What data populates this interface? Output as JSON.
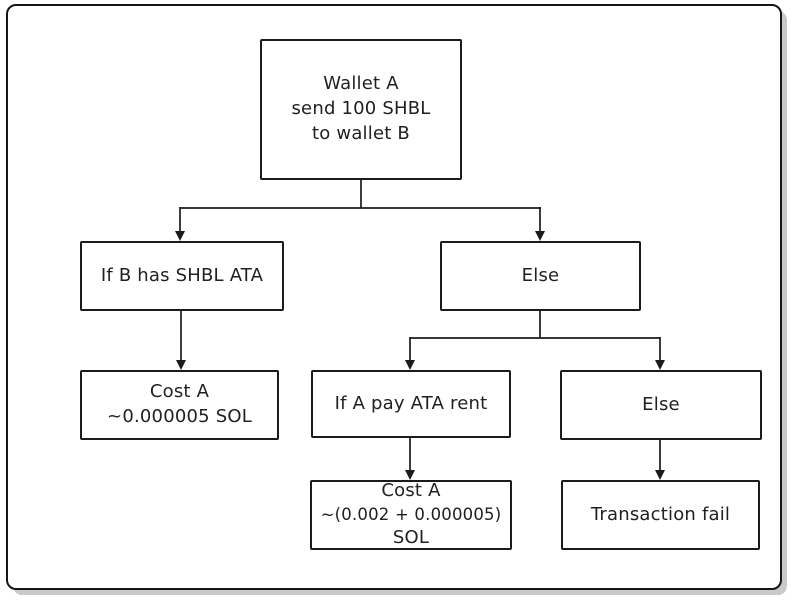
{
  "diagram": {
    "type": "flowchart",
    "nodes": {
      "root": {
        "lines": [
          "Wallet A",
          "send 100 SHBL",
          "to wallet B"
        ]
      },
      "cond_b_has_ata": {
        "lines": [
          "If B has SHBL ATA"
        ]
      },
      "else_top": {
        "lines": [
          "Else"
        ]
      },
      "cost_simple": {
        "lines": [
          "Cost A",
          "~0.000005 SOL"
        ]
      },
      "cond_a_pay_rent": {
        "lines": [
          "If A pay ATA rent"
        ]
      },
      "else_nested": {
        "lines": [
          "Else"
        ]
      },
      "cost_with_rent": {
        "lines": [
          "Cost A",
          "~(0.002 + 0.000005)",
          "SOL"
        ]
      },
      "tx_fail": {
        "lines": [
          "Transaction fail"
        ]
      }
    },
    "edges": [
      {
        "from": "root",
        "to": "cond_b_has_ata"
      },
      {
        "from": "root",
        "to": "else_top"
      },
      {
        "from": "cond_b_has_ata",
        "to": "cost_simple"
      },
      {
        "from": "else_top",
        "to": "cond_a_pay_rent"
      },
      {
        "from": "else_top",
        "to": "else_nested"
      },
      {
        "from": "cond_a_pay_rent",
        "to": "cost_with_rent"
      },
      {
        "from": "else_nested",
        "to": "tx_fail"
      }
    ],
    "colors": {
      "stroke": "#1b1b1b",
      "background": "#ffffff",
      "card_shadow": "#c9c9c9",
      "text": "#212121"
    }
  }
}
